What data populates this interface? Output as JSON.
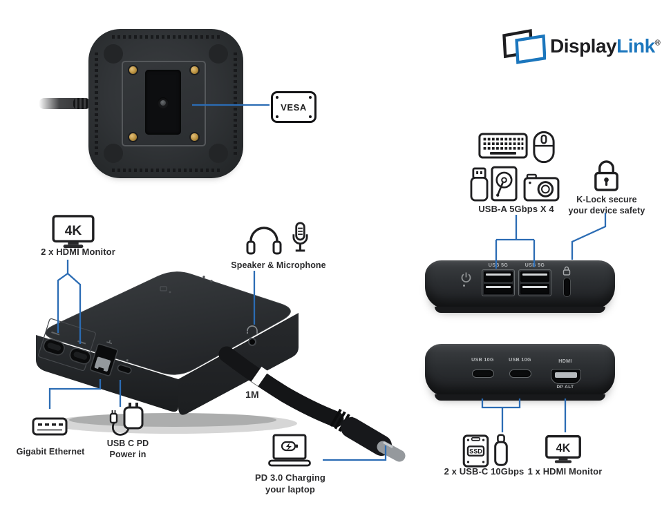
{
  "colors": {
    "accent_blue": "#2b6cb4",
    "logo_blue": "#1b76bd",
    "ink": "#1e1e20"
  },
  "logo": {
    "part1": "Display",
    "part2": "Link",
    "reg": "®"
  },
  "bottom_view": {
    "vesa_label": "VESA"
  },
  "front_view": {
    "monitor_badge": "4K",
    "hdmi_label": "2 x HDMI Monitor",
    "audio_label": "Speaker & Microphone",
    "ethernet_label": "Gigabit Ethernet",
    "power_label_line1": "USB C PD",
    "power_label_line2": "Power in",
    "cable_length": "1M",
    "charging_label_line1": "PD 3.0 Charging",
    "charging_label_line2": "your laptop"
  },
  "rear_usb_view": {
    "usba_label": "USB-A 5Gbps X 4",
    "klock_label_line1": "K-Lock secure",
    "klock_label_line2": "your device safety",
    "port_group1_label": "USB 5G",
    "port_group2_label": "USB 5G"
  },
  "rear_video_view": {
    "usbc_port1_label": "USB 10G",
    "usbc_port2_label": "USB 10G",
    "hdmi_port_label": "HDMI",
    "dp_alt_label": "DP ALT",
    "ssd_badge": "SSD",
    "usbc_label": "2 x USB-C 10Gbps",
    "hdmi_label": "1 x HDMI Monitor",
    "monitor_badge": "4K"
  }
}
